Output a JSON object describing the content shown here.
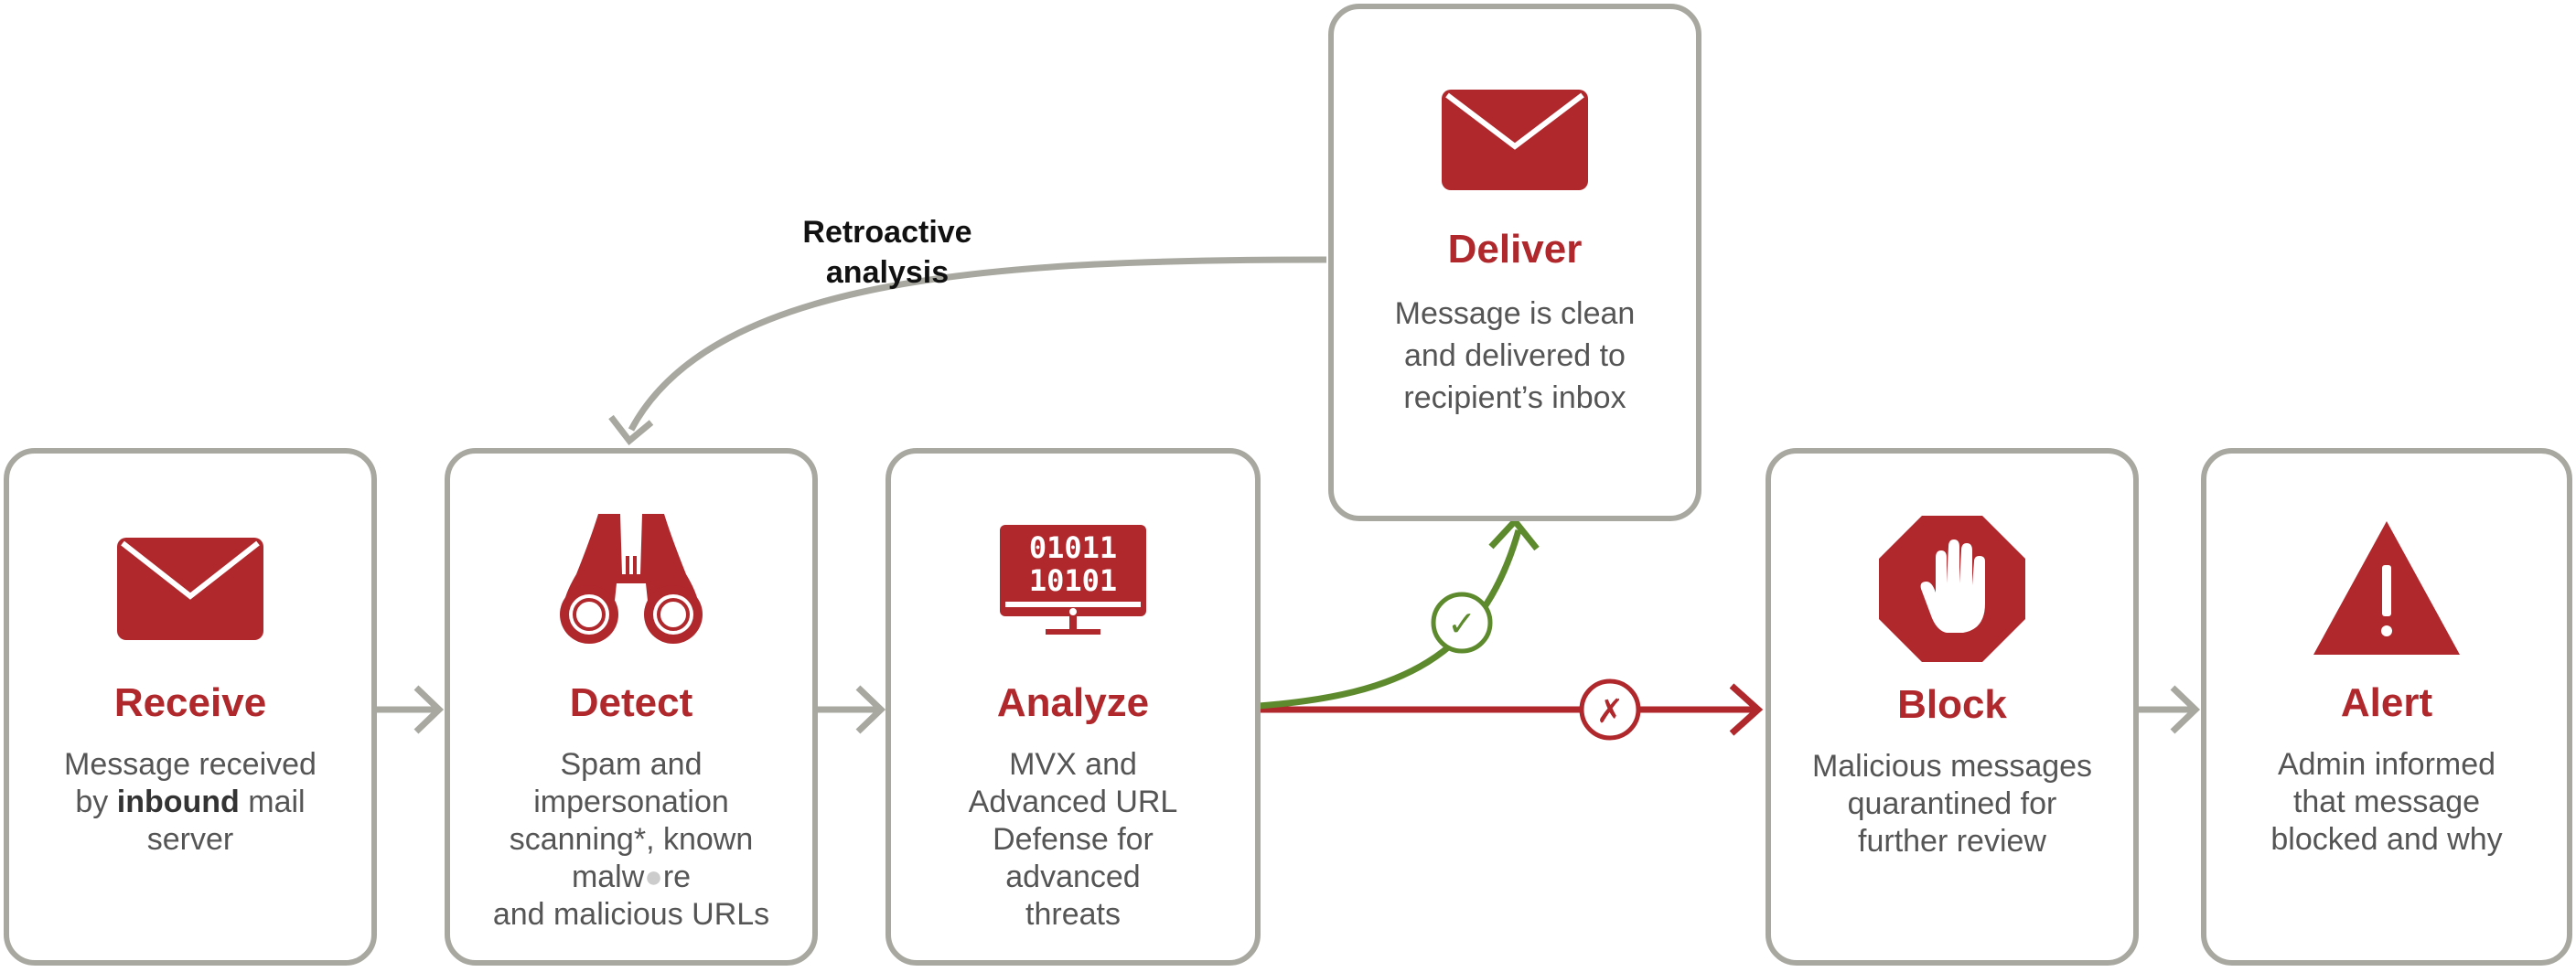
{
  "retro_label": [
    "Retroactive",
    "analysis"
  ],
  "stages": {
    "receive": {
      "title": "Receive",
      "desc_prefix": "Message received",
      "desc_mid_pre": "by ",
      "desc_bold": "inbound",
      "desc_mid_post": " mail",
      "desc_suffix": "server",
      "icon": "envelope-icon"
    },
    "detect": {
      "title": "Detect",
      "lines": [
        "Spam and",
        "impersonation",
        "scanning*, known",
        "malw",
        "re",
        "and malicious URLs"
      ],
      "icon": "binoculars-icon"
    },
    "analyze": {
      "title": "Analyze",
      "lines": [
        "MVX and",
        "Advanced URL",
        "Defense for",
        "advanced",
        "threats"
      ],
      "icon": "binary-monitor-icon",
      "monitor_text": [
        "01011",
        "10101"
      ]
    },
    "deliver": {
      "title": "Deliver",
      "lines": [
        "Message is clean",
        "and delivered to",
        "recipient’s inbox"
      ],
      "icon": "envelope-icon"
    },
    "block": {
      "title": "Block",
      "lines": [
        "Malicious messages",
        "quarantined for",
        "further review"
      ],
      "icon": "stop-hand-icon"
    },
    "alert": {
      "title": "Alert",
      "lines": [
        "Admin informed",
        "that message",
        "blocked and why"
      ],
      "icon": "warning-triangle-icon"
    }
  },
  "markers": {
    "pass": "✓",
    "fail": "✗"
  },
  "colors": {
    "brand_red": "#b0272c",
    "border_gray": "#a8a8a0",
    "pass_green": "#5e8a2e",
    "text_gray": "#555555"
  }
}
